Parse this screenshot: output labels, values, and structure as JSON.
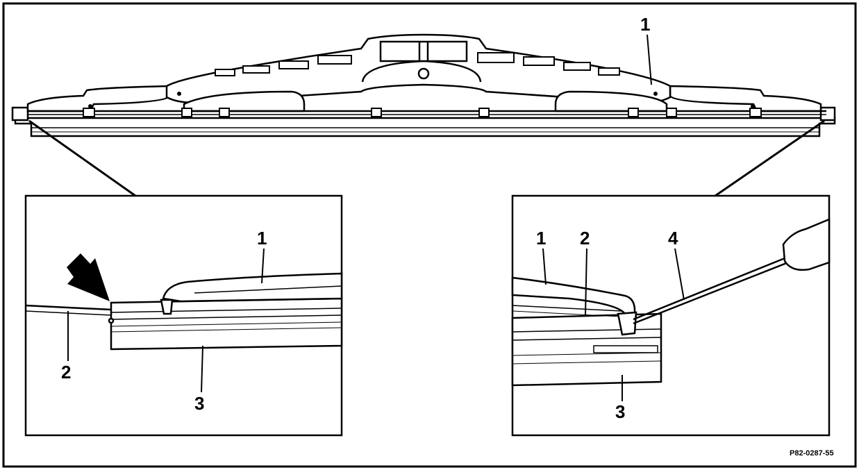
{
  "figure": {
    "reference_code": "P82-0287-55",
    "main_view": {
      "callouts": [
        "1"
      ]
    },
    "detail_left": {
      "callouts": [
        "1",
        "2",
        "3"
      ]
    },
    "detail_right": {
      "callouts": [
        "1",
        "2",
        "4",
        "3"
      ]
    }
  },
  "colors": {
    "ink": "#000000",
    "paper": "#ffffff",
    "fill_gray": "#f2f2f2"
  }
}
